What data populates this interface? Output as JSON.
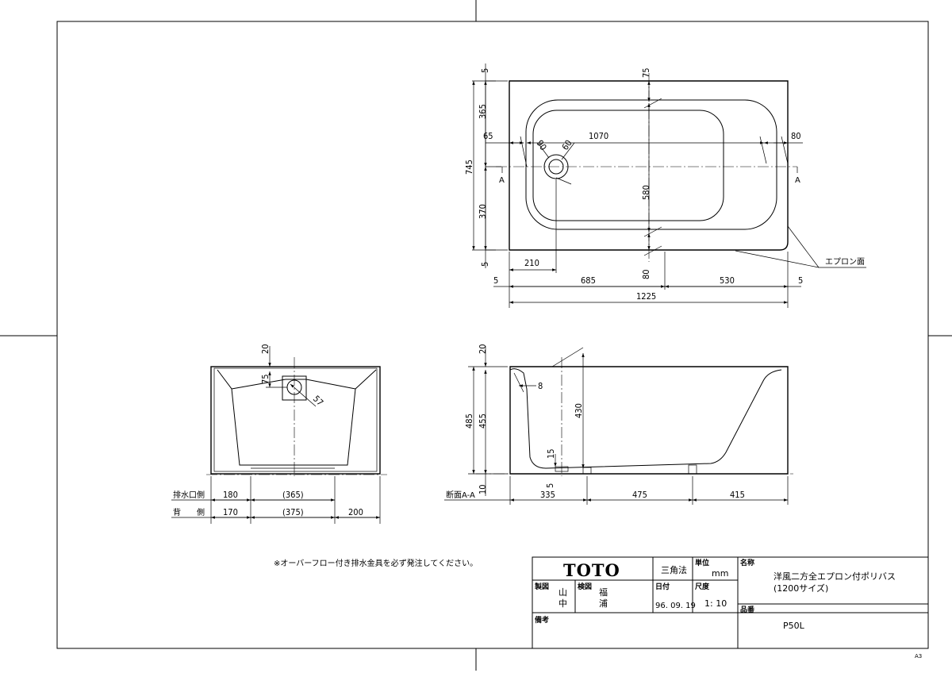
{
  "plan_view": {
    "dims": {
      "top_margin": "5",
      "upper_half": "365",
      "total_depth": "745",
      "lower_half": "370",
      "bottom_margin": "5",
      "top_flange": "75",
      "left_flange": "65",
      "inner_length": "1070",
      "dia_outer": "90",
      "dia_inner": "60",
      "right_flange": "80",
      "inner_width": "580",
      "bottom_flange": "80",
      "drain_offset": "210",
      "left_margin": "5",
      "left_part": "685",
      "right_part": "530",
      "right_margin": "5",
      "total_length": "1225"
    },
    "section_marks": [
      "A",
      "A"
    ],
    "apron_label": "エプロン面"
  },
  "end_view": {
    "dims": {
      "top": "20",
      "drain_height": "75",
      "drain_dia": "57"
    },
    "rows": [
      {
        "label": "排水口側",
        "values": [
          "180",
          "(365)"
        ]
      },
      {
        "label": "背　　側",
        "values": [
          "170",
          "(375)",
          "200"
        ]
      }
    ]
  },
  "section_view": {
    "label": "断面A-A",
    "dims": {
      "top": "20",
      "total_height": "485",
      "inner_height": "455",
      "depth": "430",
      "wall": "8",
      "drain_step": "15",
      "bottom_gap": "5",
      "base": "10",
      "seg1": "335",
      "seg2": "475",
      "seg3": "415"
    }
  },
  "note": "※オーバーフロー付き排水金具を必ず発注してください。",
  "title_block": {
    "brand": "TOTO",
    "projection": "三角法",
    "unit_label": "単位",
    "unit": "mm",
    "name_label": "名称",
    "product_name_1": "洋風二方全エプロン付ポリバス",
    "product_name_2": "(1200サイズ)",
    "drawn_label": "製図",
    "drawn_by": [
      "山",
      "中"
    ],
    "checked_label": "検図",
    "checked_by": [
      "福",
      "浦"
    ],
    "date_label": "日付",
    "date": "96. 09. 19",
    "scale_label": "尺度",
    "scale": "1: 10",
    "part_no_label": "品番",
    "part_no": "P50L",
    "remarks_label": "備考"
  },
  "sheet_size": "A3"
}
